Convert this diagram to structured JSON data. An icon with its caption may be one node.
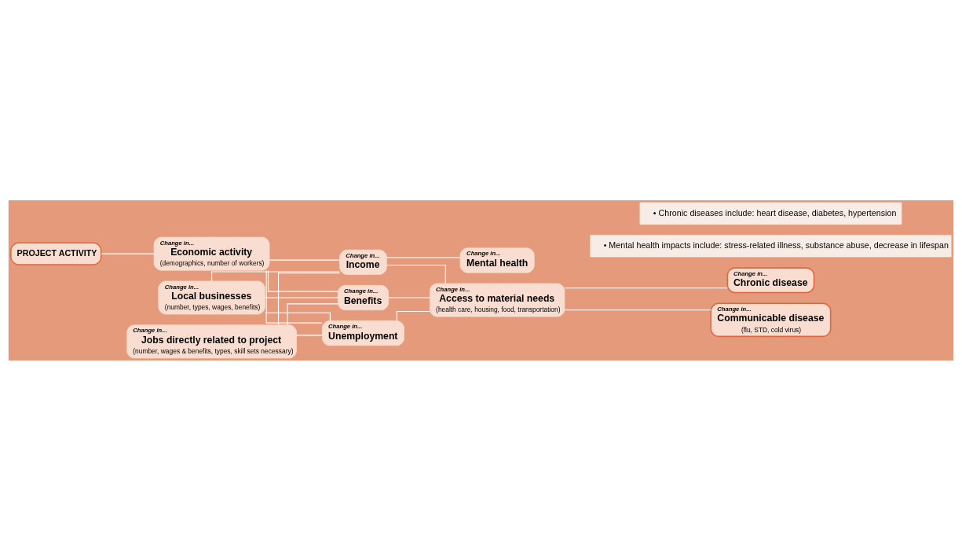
{
  "diagram": {
    "nodes": [
      {
        "text": [
          "PROJECT ACTIVITY"
        ]
      },
      {
        "text": [
          "Change in...",
          "Economic activity",
          "(demographics, number of workers)"
        ]
      },
      {
        "text": [
          "Change in...",
          "Local businesses",
          "(number, types, wages, benefits)"
        ]
      },
      {
        "text": [
          "Change in...",
          "Jobs directly related to project",
          "(number, wages & benefits, types, skill sets necessary)"
        ]
      },
      {
        "text": [
          "Change in...",
          "Income"
        ]
      },
      {
        "text": [
          "Change in...",
          "Unemployment"
        ]
      },
      {
        "text": [
          "Change in...",
          "Benefits"
        ]
      },
      {
        "text": [
          "Change in...",
          "Mental health"
        ]
      },
      {
        "text": [
          "Change in...",
          "Access to material needs",
          "(health care, housing, food, transportation)"
        ]
      },
      {
        "text": [
          "Change in...",
          "Chronic disease"
        ]
      },
      {
        "text": [
          "Change in...",
          "Communicable disease",
          "(flu, STD, cold virus)"
        ]
      }
    ],
    "edges": [
      {
        "from": 0,
        "to": 1,
        "arrow": "none"
      },
      {
        "from": 1,
        "to": 4,
        "arrow": "none"
      },
      {
        "from": 1,
        "to": 5,
        "arrow": "none"
      },
      {
        "from": 1,
        "to": 6,
        "arrow": "none"
      },
      {
        "from": 2,
        "to": 4,
        "arrow": "none"
      },
      {
        "from": 2,
        "to": 5,
        "arrow": "none"
      },
      {
        "from": 2,
        "to": 6,
        "arrow": "none"
      },
      {
        "from": 3,
        "to": 4,
        "arrow": "none"
      },
      {
        "from": 3,
        "to": 5,
        "arrow": "none"
      },
      {
        "from": 3,
        "to": 6,
        "arrow": "none"
      },
      {
        "from": 4,
        "to": 7,
        "arrow": "none"
      },
      {
        "from": 4,
        "to": 8,
        "arrow": "none"
      },
      {
        "from": 5,
        "to": 8,
        "arrow": "none"
      },
      {
        "from": 6,
        "to": 8,
        "arrow": "none"
      },
      {
        "from": 8,
        "to": 9,
        "arrow": "none"
      },
      {
        "from": 8,
        "to": 10,
        "arrow": "none"
      }
    ],
    "labels": [
      "• Mental health impacts include: stress-related illness, substance abuse, decrease in lifespan",
      "• Chronic diseases include: heart disease, diabetes, hypertension"
    ]
  }
}
